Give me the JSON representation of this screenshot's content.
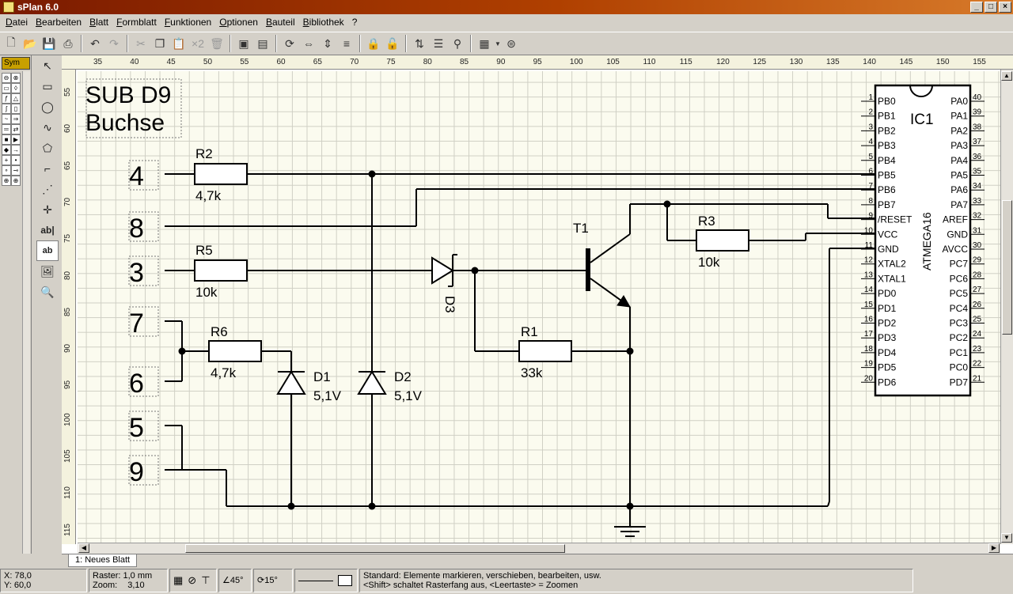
{
  "window": {
    "title": "sPlan 6.0",
    "min": "_",
    "max": "□",
    "close": "×"
  },
  "menu": [
    "Datei",
    "Bearbeiten",
    "Blatt",
    "Formblatt",
    "Funktionen",
    "Optionen",
    "Bauteil",
    "Bibliothek",
    "?"
  ],
  "toolbar": {
    "dup_label": "×2"
  },
  "leftpanel": {
    "selector": "Sym"
  },
  "ruler": {
    "top": [
      "35",
      "40",
      "45",
      "50",
      "55",
      "60",
      "65",
      "70",
      "75",
      "80",
      "85",
      "90",
      "95",
      "100",
      "105",
      "110",
      "115",
      "120",
      "125",
      "130",
      "135",
      "140",
      "145",
      "150",
      "155"
    ],
    "left": [
      "55",
      "60",
      "65",
      "70",
      "75",
      "80",
      "85",
      "90",
      "95",
      "100",
      "105",
      "110",
      "115"
    ]
  },
  "schematic": {
    "title_line1": "SUB D9",
    "title_line2": "Buchse",
    "pins": [
      "4",
      "8",
      "3",
      "7",
      "6",
      "5",
      "9"
    ],
    "components": {
      "r2": {
        "name": "R2",
        "value": "4,7k"
      },
      "r5": {
        "name": "R5",
        "value": "10k"
      },
      "r6": {
        "name": "R6",
        "value": "4,7k"
      },
      "r1": {
        "name": "R1",
        "value": "33k"
      },
      "r3": {
        "name": "R3",
        "value": "10k"
      },
      "d1": {
        "name": "D1",
        "value": "5,1V"
      },
      "d2": {
        "name": "D2",
        "value": "5,1V"
      },
      "d3": {
        "name": "D3"
      },
      "t1": {
        "name": "T1"
      }
    },
    "ic": {
      "ref": "IC1",
      "name": "ATMEGA16",
      "left_pins": [
        {
          "num": "1",
          "name": "PB0"
        },
        {
          "num": "2",
          "name": "PB1"
        },
        {
          "num": "3",
          "name": "PB2"
        },
        {
          "num": "4",
          "name": "PB3"
        },
        {
          "num": "5",
          "name": "PB4"
        },
        {
          "num": "6",
          "name": "PB5"
        },
        {
          "num": "7",
          "name": "PB6"
        },
        {
          "num": "8",
          "name": "PB7"
        },
        {
          "num": "9",
          "name": "/RESET"
        },
        {
          "num": "10",
          "name": "VCC"
        },
        {
          "num": "11",
          "name": "GND"
        },
        {
          "num": "12",
          "name": "XTAL2"
        },
        {
          "num": "13",
          "name": "XTAL1"
        },
        {
          "num": "14",
          "name": "PD0"
        },
        {
          "num": "15",
          "name": "PD1"
        },
        {
          "num": "16",
          "name": "PD2"
        },
        {
          "num": "17",
          "name": "PD3"
        },
        {
          "num": "18",
          "name": "PD4"
        },
        {
          "num": "19",
          "name": "PD5"
        },
        {
          "num": "20",
          "name": "PD6"
        }
      ],
      "right_pins": [
        {
          "num": "40",
          "name": "PA0"
        },
        {
          "num": "39",
          "name": "PA1"
        },
        {
          "num": "38",
          "name": "PA2"
        },
        {
          "num": "37",
          "name": "PA3"
        },
        {
          "num": "36",
          "name": "PA4"
        },
        {
          "num": "35",
          "name": "PA5"
        },
        {
          "num": "34",
          "name": "PA6"
        },
        {
          "num": "33",
          "name": "PA7"
        },
        {
          "num": "32",
          "name": "AREF"
        },
        {
          "num": "31",
          "name": "GND"
        },
        {
          "num": "30",
          "name": "AVCC"
        },
        {
          "num": "29",
          "name": "PC7"
        },
        {
          "num": "28",
          "name": "PC6"
        },
        {
          "num": "27",
          "name": "PC5"
        },
        {
          "num": "26",
          "name": "PC4"
        },
        {
          "num": "25",
          "name": "PC3"
        },
        {
          "num": "24",
          "name": "PC2"
        },
        {
          "num": "23",
          "name": "PC1"
        },
        {
          "num": "22",
          "name": "PC0"
        },
        {
          "num": "21",
          "name": "PD7"
        }
      ]
    }
  },
  "tabs": {
    "sheet1": "1: Neues Blatt"
  },
  "status": {
    "x": "X: 78,0",
    "y": "Y: 60,0",
    "raster": "Raster: 1,0 mm",
    "zoom_label": "Zoom:",
    "zoom": "3,10",
    "angle1": "45°",
    "angle2": "15°",
    "hint1": "Standard: Elemente markieren, verschieben, bearbeiten, usw.",
    "hint2": "<Shift> schaltet Rasterfang aus, <Leertaste> = Zoomen"
  }
}
